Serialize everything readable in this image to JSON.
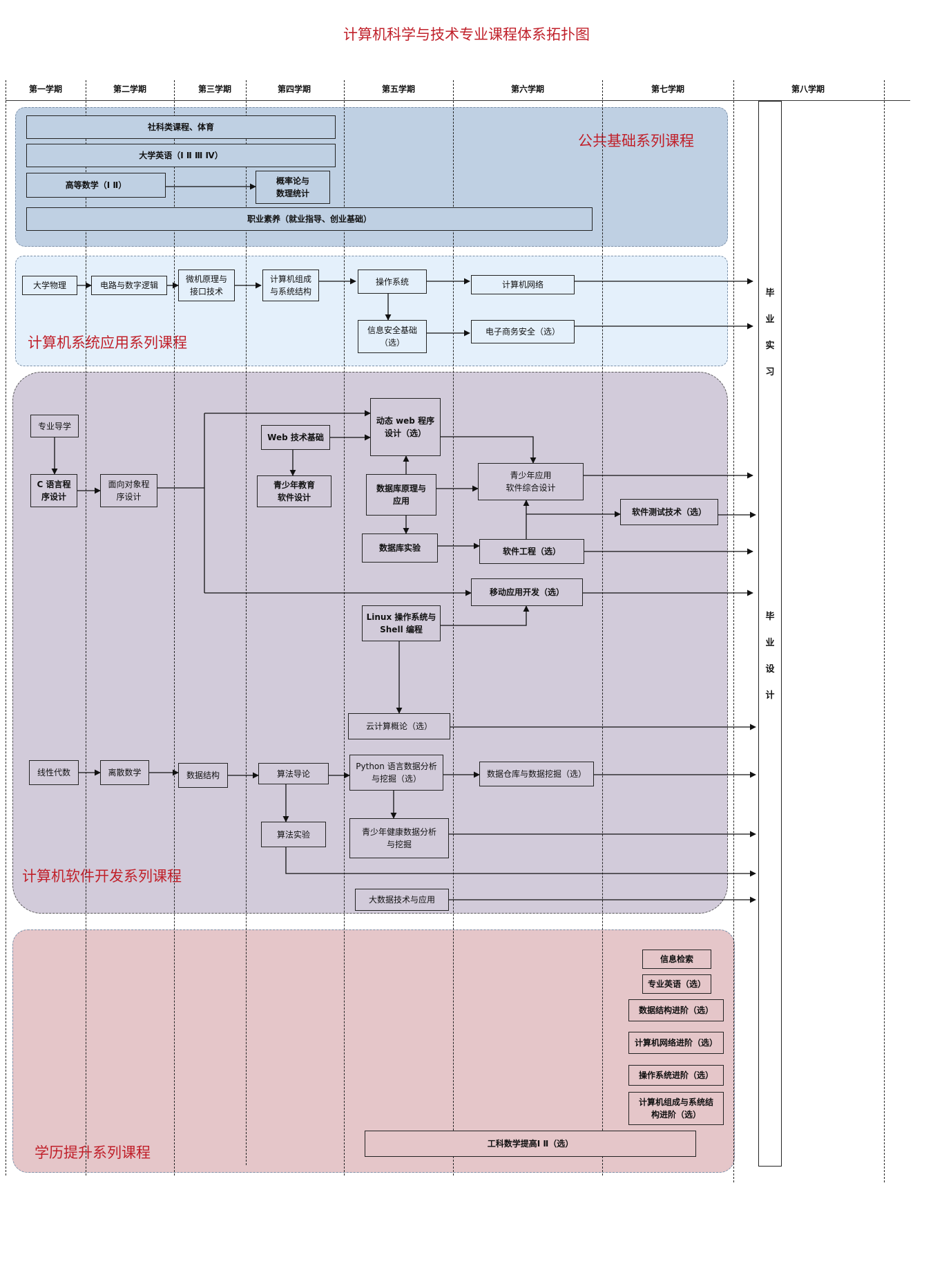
{
  "title": "计算机科学与技术专业课程体系拓扑图",
  "semesters": [
    "第一学期",
    "第二学期",
    "第三学期",
    "第四学期",
    "第五学期",
    "第六学期",
    "第七学期",
    "第八学期"
  ],
  "bands": {
    "public": "公共基础系列课程",
    "system": "计算机系统应用系列课程",
    "software": "计算机软件开发系列课程",
    "upgrade": "学历提升系列课程"
  },
  "final": {
    "internship": [
      "毕",
      "业",
      "实",
      "习"
    ],
    "thesis": [
      "毕",
      "业",
      "设",
      "计"
    ]
  },
  "courses": {
    "social": "社科类课程、体育",
    "english": "大学英语（Ⅰ Ⅱ Ⅲ Ⅳ）",
    "math": "高等数学（Ⅰ Ⅱ）",
    "prob": "概率论与\n数理统计",
    "career": "职业素养（就业指导、创业基础）",
    "physics": "大学物理",
    "circuit": "电路与数字逻辑",
    "micro": "微机原理与\n接口技术",
    "organ": "计算机组成\n与系统结构",
    "os": "操作系统",
    "network": "计算机网络",
    "infosec": "信息安全基础\n（选）",
    "ecommerce": "电子商务安全（选）",
    "intro": "专业导学",
    "clang": "C 语言程\n序设计",
    "oop": "面向对象程\n序设计",
    "web": "Web 技术基础",
    "teen_edu": "青少年教育\n软件设计",
    "dynweb": "动态 web 程序\n设计（选）",
    "db": "数据库原理与\n应用",
    "dblab": "数据库实验",
    "teen_app": "青少年应用\n软件综合设计",
    "testing": "软件测试技术（选）",
    "se": "软件工程（选）",
    "mobile": "移动应用开发（选）",
    "linux": "Linux 操作系统与\nShell 编程",
    "cloud": "云计算概论（选）",
    "linalg": "线性代数",
    "discrete": "离散数学",
    "ds": "数据结构",
    "algo": "算法导论",
    "python": "Python 语言数据分析\n与挖掘（选）",
    "dw": "数据仓库与数据挖掘（选）",
    "algolab": "算法实验",
    "teen_health": "青少年健康数据分析\n与挖掘",
    "bigdata": "大数据技术与应用",
    "ir": "信息检索",
    "pro_english": "专业英语（选）",
    "ds_adv": "数据结构进阶（选）",
    "net_adv": "计算机网络进阶（选）",
    "os_adv": "操作系统进阶（选）",
    "organ_adv": "计算机组成与系统结\n构进阶（选）",
    "eng_math": "工科数学提高Ⅰ Ⅱ（选）"
  },
  "colors": {
    "title": "#c0202a",
    "public_band": "#bfd0e3",
    "system_band": "#e4f0fb",
    "software_band": "#d2cbda",
    "upgrade_band": "#e5c6c9"
  }
}
